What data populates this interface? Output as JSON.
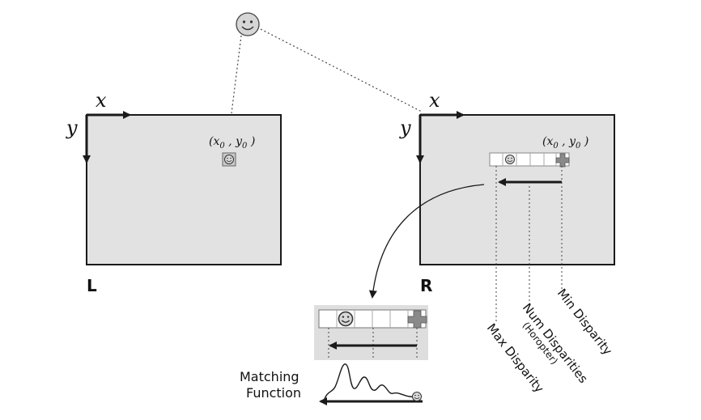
{
  "diagram": {
    "left_image": {
      "label": "L",
      "x_axis": "x",
      "y_axis": "y",
      "point_x": "(x",
      "point_sub_x": "0",
      "point_sep": " , y",
      "point_sub_y": "0",
      "point_close": " )"
    },
    "right_image": {
      "label": "R",
      "x_axis": "x",
      "y_axis": "y",
      "point_x": "(x",
      "point_sub_x": "0",
      "point_sep": " , y",
      "point_sub_y": "0",
      "point_close": " )"
    },
    "annotations": {
      "min_disparity": "Min Disparity",
      "num_disparities": "Num Disparities",
      "horopter": "(Horopter)",
      "max_disparity": "Max Disparity",
      "matching_line1": "Matching",
      "matching_line2": "Function"
    },
    "icons": [
      "smiley-icon",
      "plus-icon"
    ],
    "colors": {
      "image_fill": "#e2e2e2",
      "stroke": "#1a1a1a",
      "dotted": "#444444",
      "plus_fill": "#8a8a8a",
      "smiley_fill": "#d8d8d8"
    }
  }
}
